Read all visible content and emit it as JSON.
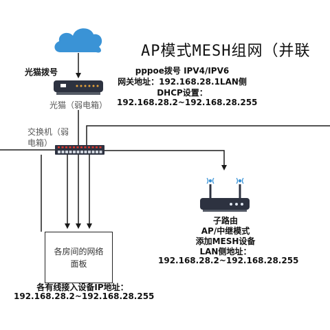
{
  "title": "AP模式MESH组网（并联",
  "cloud": {
    "icon": "cloud-icon"
  },
  "modem": {
    "top_label": "光猫拨号",
    "caption": "光猫（弱电箱）",
    "icon": "modem-router-icon",
    "led_color": "#e8a33a"
  },
  "modem_info": [
    "pppoe拨号  IPV4/IPV6",
    "网关地址：192.168.28.1LAN侧",
    "DHCP设置：",
    "192.168.28.2~192.168.28.255"
  ],
  "switch": {
    "label": "交换机（弱电箱）",
    "icon": "network-switch-icon",
    "port_color": "#e03a2f"
  },
  "sub_router": {
    "icon": "wifi-router-icon",
    "info": [
      "子路由",
      "AP/中继模式",
      "添加MESH设备",
      "LAN侧地址：",
      "192.168.28.2~192.168.28.255"
    ]
  },
  "room_panel": {
    "label": "各房间的网络面板",
    "info": [
      "各有线接入设备IP地址：",
      "192.168.28.2~192.168.28.255"
    ]
  },
  "colors": {
    "cloud": "#3a93d6",
    "line": "#1a1a1a",
    "device": "#2d3240"
  }
}
